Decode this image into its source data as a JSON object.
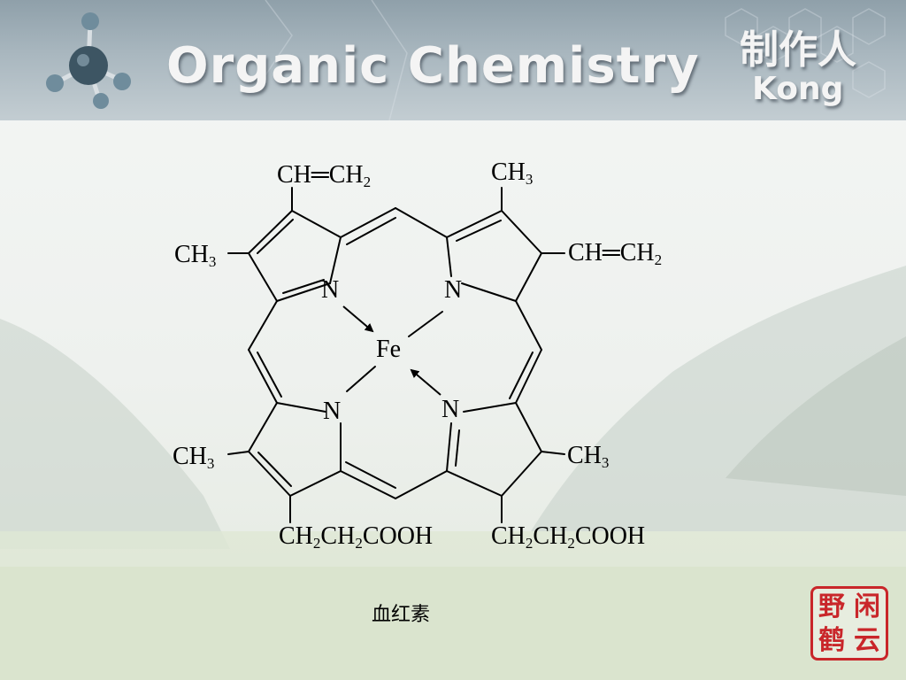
{
  "slide": {
    "banner_title": "Organic Chemistry",
    "author_cn": "制作人",
    "author_name": "Kong",
    "caption": "血红素",
    "seal_chars": [
      "野",
      "闲",
      "鹤",
      "云"
    ]
  },
  "structure": {
    "metal": "Fe",
    "nitrogen": "N",
    "substituents": {
      "top_left_vinyl": {
        "main": "CH",
        "eq": "═",
        "main2": "CH",
        "sub2": "2"
      },
      "top_right_methyl": {
        "main": "CH",
        "sub": "3"
      },
      "left_upper_methyl": {
        "main": "CH",
        "sub": "3"
      },
      "right_upper_vinyl": {
        "main": "CH",
        "eq": "═",
        "main2": "CH",
        "sub2": "2"
      },
      "left_lower_methyl": {
        "main": "CH",
        "sub": "3"
      },
      "right_lower_methyl": {
        "main": "CH",
        "sub": "3"
      },
      "bottom_left_acid": {
        "p1": "CH",
        "s1": "2",
        "p2": "CH",
        "s2": "2",
        "p3": "COOH"
      },
      "bottom_right_acid": {
        "p1": "CH",
        "s1": "2",
        "p2": "CH",
        "s2": "2",
        "p3": "COOH"
      }
    }
  },
  "colors": {
    "seal": "#c9262a",
    "banner_text": "#f4f4f4",
    "bond": "#000000"
  }
}
